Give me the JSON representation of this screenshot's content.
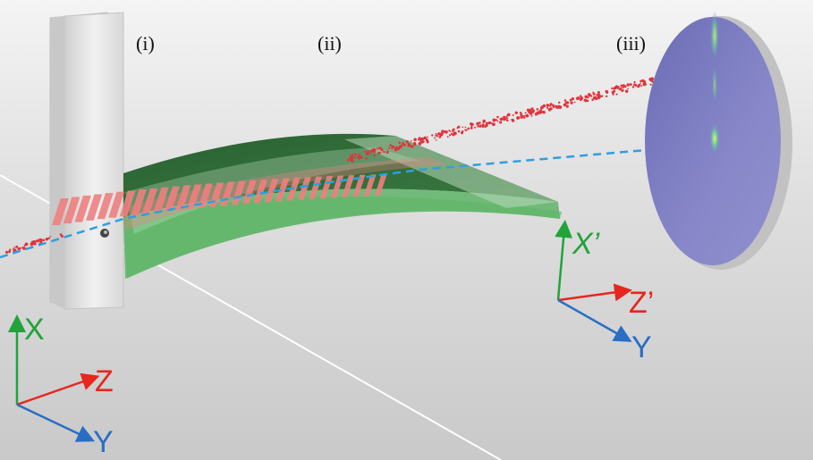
{
  "labels": {
    "panel_1": "(i)",
    "panel_2": "(ii)",
    "panel_3": "(iii)"
  },
  "axes_left": {
    "x": "X",
    "z": "Z",
    "y": "Y"
  },
  "axes_right": {
    "x": "X’",
    "z": "Z’",
    "y": "Y"
  },
  "colors": {
    "background": "#cfcfcf",
    "slit": "#e6e6e6",
    "substrate_top": "#2e6a36",
    "substrate_side": "#79c981",
    "cell_pads": "#ee7f80",
    "particles": "#e0343c",
    "laser": "#2f9fdf",
    "screen": "#8080c6",
    "screen_rim": "#c2c2c2",
    "axis_x": "#22a33a",
    "axis_z": "#e8261e",
    "axis_y": "#2a6ec4"
  }
}
